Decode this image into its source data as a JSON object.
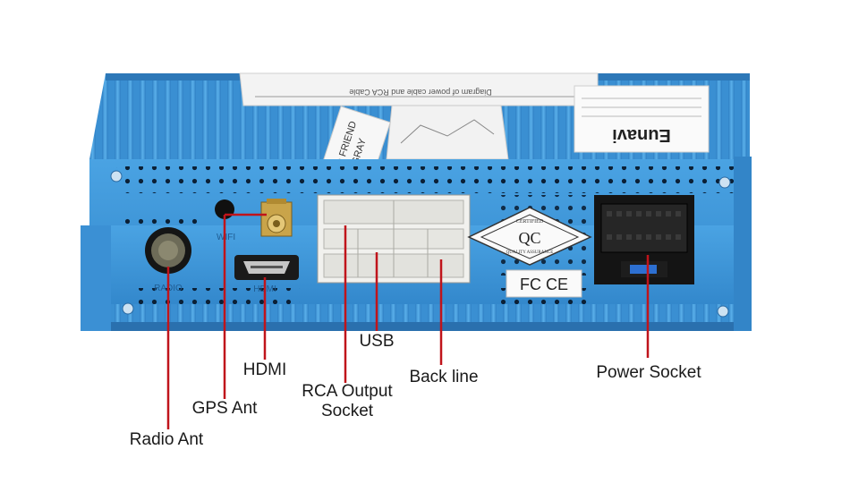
{
  "device": {
    "sticker_title": "Diagram of power cable and RCA Cable",
    "brand_label": "Eunavi",
    "qc_badge": {
      "top": "CERTIFIED",
      "main": "QC",
      "bottom": "QUALITY ASSURANCE"
    },
    "rca_tag": {
      "line1": "NO FRIEND",
      "line2": "GRAY"
    },
    "cert_marks": "FC CE",
    "port_print": {
      "wifi": "WIFI",
      "radio": "RADIO",
      "hdmi": "HDMI"
    }
  },
  "labels": {
    "radio_ant": "Radio Ant",
    "gps_ant": "GPS Ant",
    "hdmi": "HDMI",
    "rca": "RCA Output\nSocket",
    "usb": "USB",
    "back_line": "Back line",
    "power": "Power Socket"
  },
  "colors": {
    "housing": "#3f96d9",
    "housing_dark": "#2d78b8",
    "pointer": "#c0141b"
  }
}
